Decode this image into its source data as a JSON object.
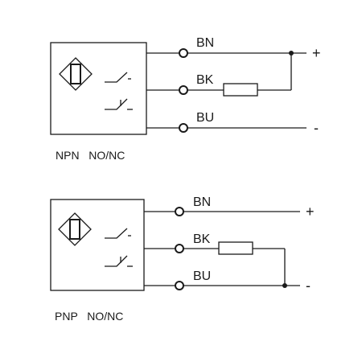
{
  "diagrams": [
    {
      "caption": "NPN   NO/NC",
      "wires": {
        "brown": "BN",
        "black": "BK",
        "blue": "BU"
      },
      "polarity": {
        "positive": "+",
        "negative": "-"
      },
      "load_connected_to": "positive"
    },
    {
      "caption": "PNP   NO/NC",
      "wires": {
        "brown": "BN",
        "black": "BK",
        "blue": "BU"
      },
      "polarity": {
        "positive": "+",
        "negative": "-"
      },
      "load_connected_to": "negative"
    }
  ]
}
